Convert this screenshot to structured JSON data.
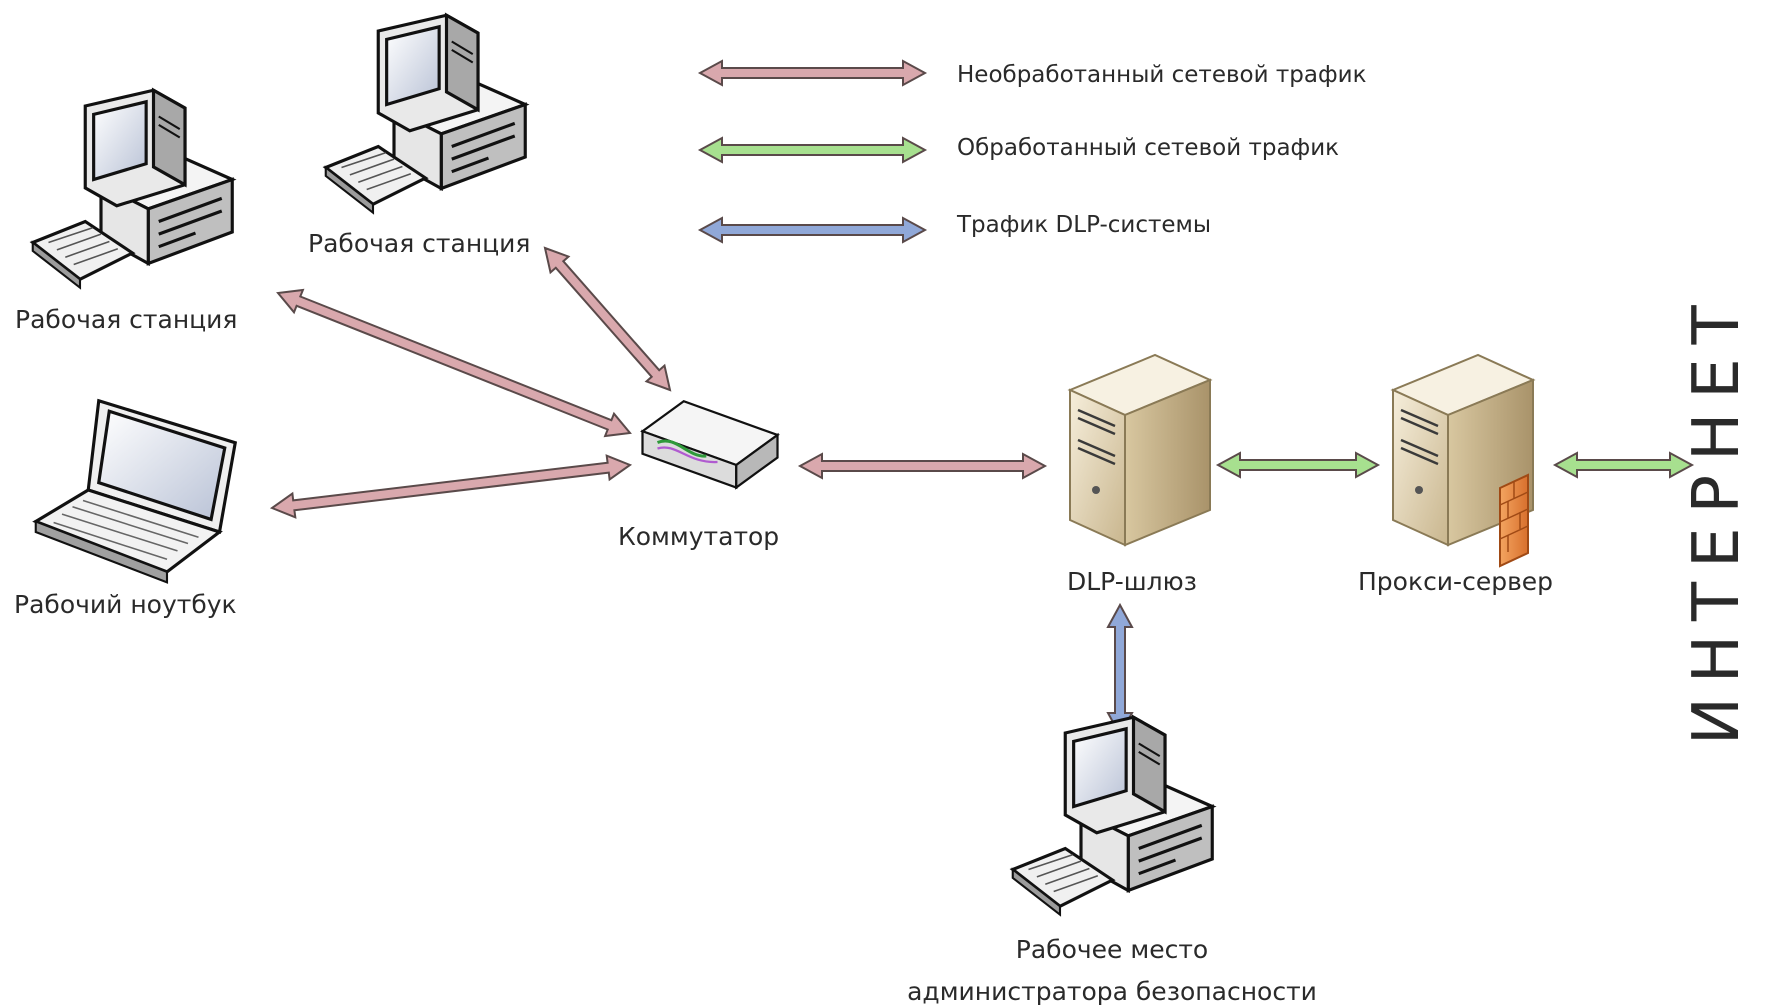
{
  "colors": {
    "raw_traffic": "#d9a8ad",
    "processed_traffic": "#a7e08f",
    "dlp_traffic": "#90a8d8",
    "arrow_stroke": "#5a4a4a"
  },
  "legend": [
    {
      "label": "Необработанный сетевой трафик",
      "color_key": "raw_traffic"
    },
    {
      "label": "Обработанный сетевой трафик",
      "color_key": "processed_traffic"
    },
    {
      "label": "Трафик DLP-системы",
      "color_key": "dlp_traffic"
    }
  ],
  "nodes": {
    "workstation_1": {
      "label": "Рабочая станция",
      "icon": "desktop-computer-icon"
    },
    "workstation_2": {
      "label": "Рабочая станция",
      "icon": "desktop-computer-icon"
    },
    "laptop": {
      "label": "Рабочий ноутбук",
      "icon": "laptop-icon"
    },
    "switch": {
      "label": "Коммутатор",
      "icon": "network-switch-icon"
    },
    "dlp_gateway": {
      "label": "DLP-шлюз",
      "icon": "server-icon"
    },
    "proxy": {
      "label": "Прокси-сервер",
      "icon": "server-firewall-icon"
    },
    "admin": {
      "label_line1": "Рабочее место",
      "label_line2": "администратора безопасности",
      "icon": "desktop-computer-icon"
    }
  },
  "internet_label": "ИНТЕРНЕТ"
}
